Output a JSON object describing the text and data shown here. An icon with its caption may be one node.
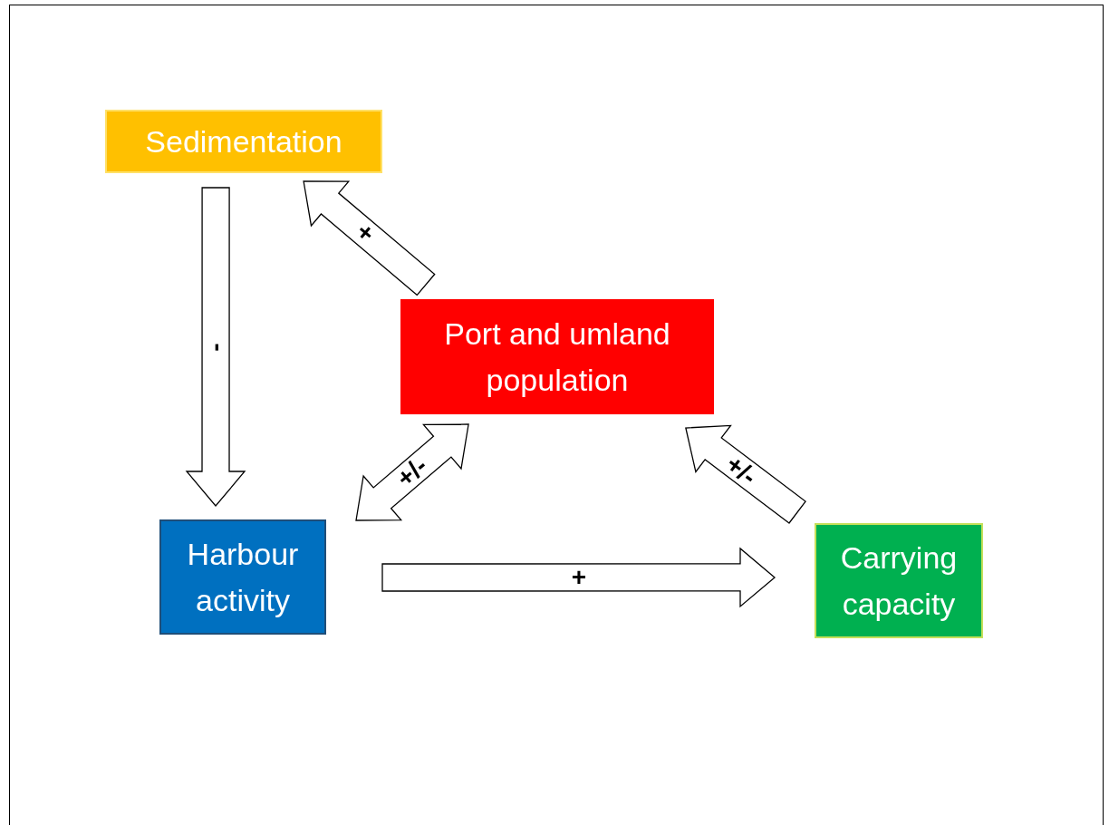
{
  "diagram": {
    "nodes": [
      {
        "text": [
          "Sedimentation"
        ]
      },
      {
        "text": [
          "Port and umland population"
        ]
      },
      {
        "text": [
          "Harbour activity"
        ]
      },
      {
        "text": [
          "Carrying capacity"
        ]
      }
    ],
    "edges": [
      {
        "from": 0,
        "to": 2,
        "arrow": "to",
        "label": "-"
      },
      {
        "from": 1,
        "to": 0,
        "arrow": "to",
        "label": "+"
      },
      {
        "from": 1,
        "to": 2,
        "arrow": "both",
        "label": "+/-"
      },
      {
        "from": 3,
        "to": 1,
        "arrow": "to",
        "label": "+/-"
      },
      {
        "from": 2,
        "to": 3,
        "arrow": "to",
        "label": "+"
      }
    ]
  }
}
